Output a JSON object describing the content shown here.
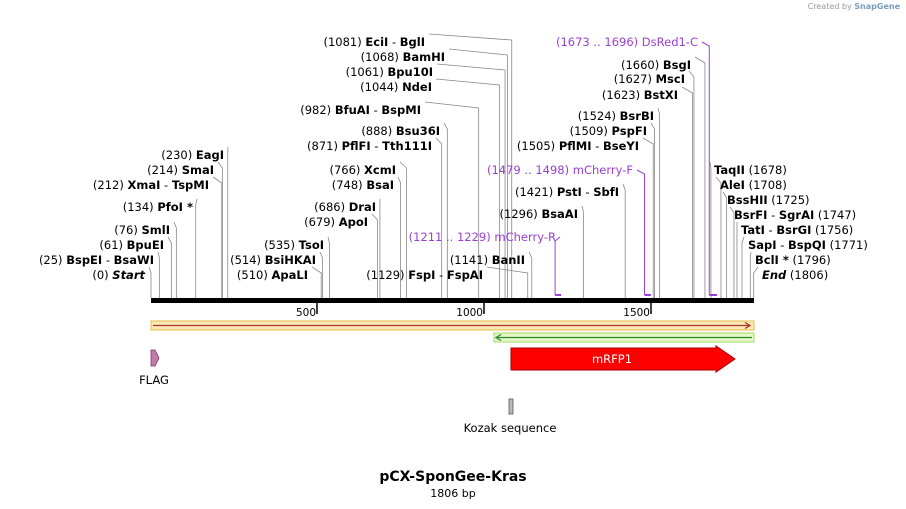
{
  "credit": {
    "prefix": "Created by",
    "brand": "SnapGene"
  },
  "title": "pCX-SponGee-Kras",
  "length_label": "1806 bp",
  "ruler": [
    "500",
    "1000",
    "1500"
  ],
  "sites": [
    {
      "pos": "(1081)",
      "name": "EciI",
      "sep": " - ",
      "name2": "BglI"
    },
    {
      "pos": "(1068)",
      "name": "BamHI"
    },
    {
      "pos": "(1061)",
      "name": "Bpu10I"
    },
    {
      "pos": "(1044)",
      "name": "NdeI"
    },
    {
      "pos": "(982)",
      "name": "BfuAI",
      "sep": " - ",
      "name2": "BspMI"
    },
    {
      "pos": "(888)",
      "name": "Bsu36I"
    },
    {
      "pos": "(871)",
      "name": "PflFI",
      "sep": " - ",
      "name2": "Tth111I"
    },
    {
      "pos": "(766)",
      "name": "XcmI"
    },
    {
      "pos": "(748)",
      "name": "BsaI"
    },
    {
      "pos": "(686)",
      "name": "DraI"
    },
    {
      "pos": "(679)",
      "name": "ApoI"
    },
    {
      "pos": "(535)",
      "name": "TsoI"
    },
    {
      "pos": "(514)",
      "name": "BsiHKAI"
    },
    {
      "pos": "(510)",
      "name": "ApaLI"
    },
    {
      "pos": "(1129)",
      "name": "FspI",
      "sep": " - ",
      "name2": "FspAI"
    },
    {
      "pos": "(1141)",
      "name": "BanII"
    },
    {
      "pos": "(230)",
      "name": "EagI"
    },
    {
      "pos": "(214)",
      "name": "SmaI"
    },
    {
      "pos": "(212)",
      "name": "XmaI",
      "sep": " - ",
      "name2": "TspMI"
    },
    {
      "pos": "(134)",
      "name": "PfoI",
      "star": " *"
    },
    {
      "pos": "(76)",
      "name": "SmlI"
    },
    {
      "pos": "(61)",
      "name": "BpuEI"
    },
    {
      "pos": "(25)",
      "name": "BspEI",
      "sep": " - ",
      "name2": "BsaWI"
    },
    {
      "pos": "(0)",
      "name": "Start",
      "italic": true
    },
    {
      "pos": "(1660)",
      "name": "BsgI"
    },
    {
      "pos": "(1627)",
      "name": "MscI"
    },
    {
      "pos": "(1623)",
      "name": "BstXI"
    },
    {
      "pos": "(1524)",
      "name": "BsrBI"
    },
    {
      "pos": "(1509)",
      "name": "PspFI"
    },
    {
      "pos": "(1505)",
      "name": "PflMI",
      "sep": " - ",
      "name2": "BseYI"
    },
    {
      "pos": "(1421)",
      "name": "PstI",
      "sep": " - ",
      "name2": "SbfI"
    },
    {
      "pos": "(1296)",
      "name": "BsaAI"
    },
    {
      "pos": "(1678)",
      "name": "TaqII",
      "right": true
    },
    {
      "pos": "(1708)",
      "name": "AleI",
      "right": true
    },
    {
      "pos": "(1725)",
      "name": "BssHII",
      "right": true
    },
    {
      "pos": "(1747)",
      "name": "BsrFI",
      "sep": " - ",
      "name2": "SgrAI",
      "right": true
    },
    {
      "pos": "(1756)",
      "name": "TatI",
      "sep": " - ",
      "name2": "BsrGI",
      "right": true
    },
    {
      "pos": "(1771)",
      "name": "SapI",
      "sep": " - ",
      "name2": "BspQI",
      "right": true
    },
    {
      "pos": "(1796)",
      "name": "BclI",
      "star": " *",
      "right": true
    },
    {
      "pos": "(1806)",
      "name": "End",
      "italic": true,
      "right": true
    }
  ],
  "primers": [
    {
      "range": "(1673 .. 1696)",
      "name": "DsRed1-C"
    },
    {
      "range": "(1479 .. 1498)",
      "name": "mCherry-F"
    },
    {
      "range": "(1211 .. 1229)",
      "name": "mCherry-R"
    }
  ],
  "features": [
    {
      "name": "mRFP1",
      "color": "#ff0000"
    },
    {
      "name": "FLAG",
      "color": "#c47ba8"
    },
    {
      "name": "Kozak sequence",
      "color": "#999999"
    }
  ]
}
